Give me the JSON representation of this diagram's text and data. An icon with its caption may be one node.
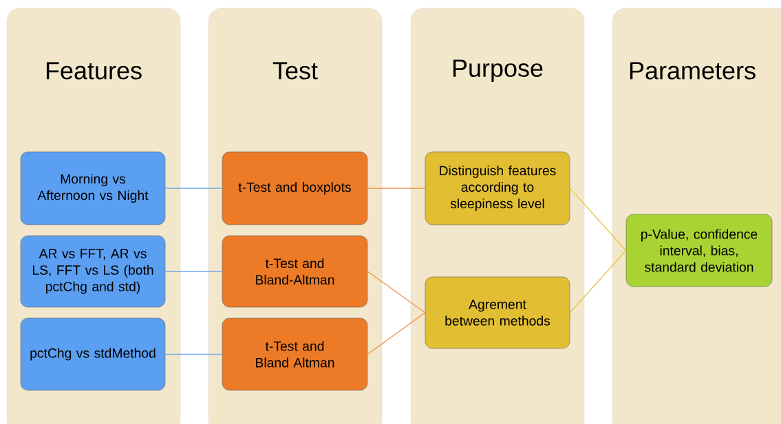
{
  "diagram": {
    "nodes": [
      {
        "text": [
          "Features"
        ]
      },
      {
        "text": [
          "Morning vs Afternoon vs Night"
        ],
        "in": 0
      },
      {
        "text": [
          "AR vs FFT, AR vs LS, FFT vs LS (both pctChg and std)"
        ],
        "in": 0
      },
      {
        "text": [
          "pctChg vs stdMethod"
        ],
        "in": 0
      },
      {
        "text": [
          "Test"
        ]
      },
      {
        "text": [
          "t-Test and boxplots"
        ],
        "in": 4
      },
      {
        "text": [
          "t-Test and Bland-Altman"
        ],
        "in": 4
      },
      {
        "text": [
          "t-Test and Bland Altman"
        ],
        "in": 4
      },
      {
        "text": [
          "Purpose"
        ]
      },
      {
        "text": [
          "Distinguish features according to sleepiness level"
        ],
        "in": 8
      },
      {
        "text": [
          "Agrement between methods"
        ],
        "in": 8
      },
      {
        "text": [
          "Parameters"
        ]
      },
      {
        "text": [
          "p-Value, confidence interval, bias, standard deviation"
        ],
        "in": 11
      }
    ],
    "edges": [
      {
        "from": 1,
        "to": 5,
        "arrow": "none",
        "color": "#6fa8e8"
      },
      {
        "from": 2,
        "to": 6,
        "arrow": "none",
        "color": "#6fa8e8"
      },
      {
        "from": 3,
        "to": 7,
        "arrow": "none",
        "color": "#6fa8e8"
      },
      {
        "from": 5,
        "to": 9,
        "arrow": "none",
        "color": "#f0924a"
      },
      {
        "from": 6,
        "to": 10,
        "arrow": "none",
        "color": "#f0924a"
      },
      {
        "from": 7,
        "to": 10,
        "arrow": "none",
        "color": "#f0924a"
      },
      {
        "from": 9,
        "to": 12,
        "arrow": "none",
        "color": "#e8c54a"
      },
      {
        "from": 10,
        "to": 12,
        "arrow": "none",
        "color": "#e8c54a"
      }
    ]
  }
}
